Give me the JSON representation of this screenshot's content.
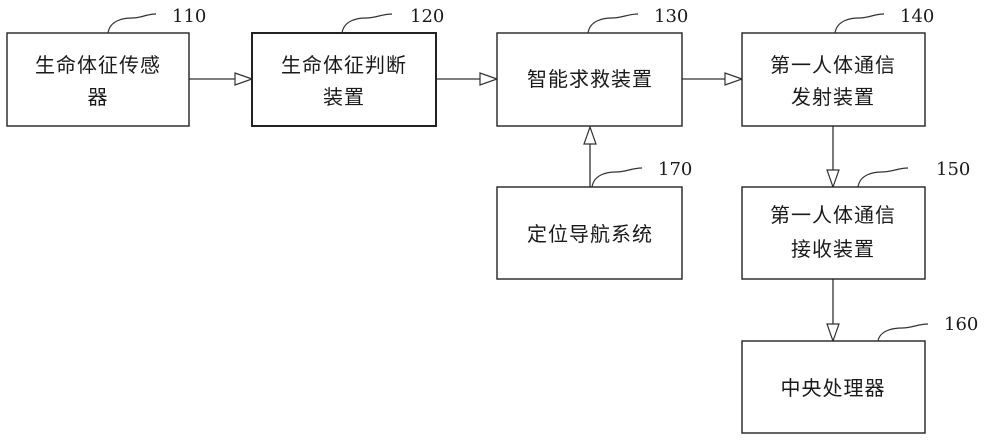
{
  "diagram": {
    "blocks": [
      {
        "id": "110",
        "lines": [
          "生命体征传感",
          "器"
        ]
      },
      {
        "id": "120",
        "lines": [
          "生命体征判断",
          "装置"
        ]
      },
      {
        "id": "130",
        "lines": [
          "智能求救装置"
        ]
      },
      {
        "id": "140",
        "lines": [
          "第一人体通信",
          "发射装置"
        ]
      },
      {
        "id": "170",
        "lines": [
          "定位导航系统"
        ]
      },
      {
        "id": "150",
        "lines": [
          "第一人体通信",
          "接收装置"
        ]
      },
      {
        "id": "160",
        "lines": [
          "中央处理器"
        ]
      }
    ]
  }
}
